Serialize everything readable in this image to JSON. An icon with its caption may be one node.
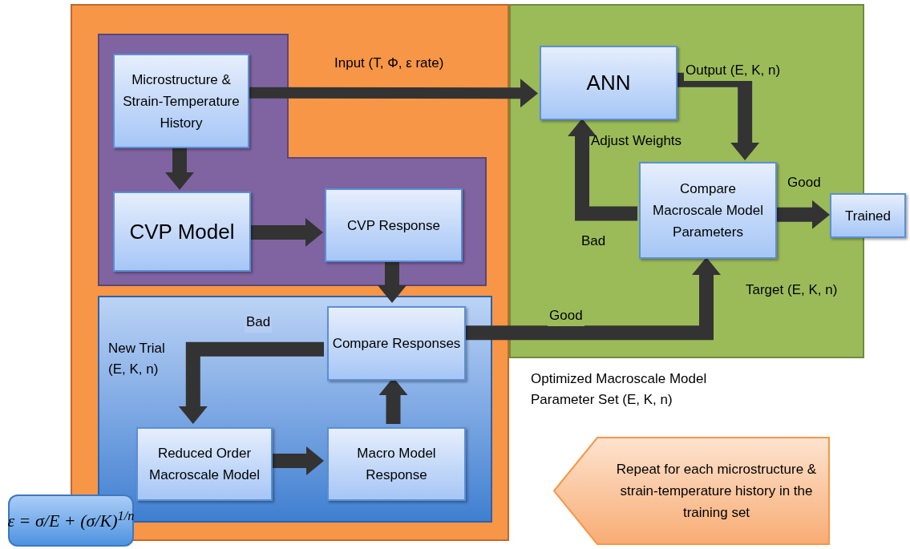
{
  "diagram": {
    "nodes": [
      {
        "text": [],
        "shape": "box"
      },
      {
        "text": [],
        "shape": "box"
      },
      {
        "text": [],
        "shape": "box",
        "in": 0
      },
      {
        "text": [
          "Microstructure & Strain-Temperature History"
        ],
        "in": 2
      },
      {
        "text": [
          "CVP Model"
        ],
        "in": 2
      },
      {
        "text": [
          "CVP Response"
        ],
        "in": 2
      },
      {
        "text": [],
        "shape": "box",
        "in": 0
      },
      {
        "text": [
          "Compare Responses"
        ],
        "in": 6
      },
      {
        "text": [
          "Reduced Order Macroscale Model"
        ],
        "in": 6
      },
      {
        "text": [
          "Macro Model Response"
        ],
        "in": 6
      },
      {
        "text": [
          "ANN"
        ],
        "in": 1
      },
      {
        "text": [
          "Compare Macroscale Model Parameters"
        ],
        "in": 1
      },
      {
        "text": [
          "Trained"
        ]
      },
      {
        "text": [
          "Repeat for each microstructure & strain-temperature history in the training set"
        ]
      },
      {
        "text": [
          "ε = σ/E + (σ/K)$^{1/n}$"
        ]
      }
    ],
    "edges": [
      {
        "from": 3,
        "to": 10,
        "arrow": "to",
        "label": "Input (T, Φ, ε rate)"
      },
      {
        "from": 3,
        "to": 4,
        "arrow": "to"
      },
      {
        "from": 4,
        "to": 5,
        "arrow": "to"
      },
      {
        "from": 5,
        "to": 7,
        "arrow": "to"
      },
      {
        "from": 7,
        "to": 8,
        "arrow": "to",
        "label": "Bad"
      },
      {
        "from": 8,
        "to": 9,
        "arrow": "to"
      },
      {
        "from": 9,
        "to": 7,
        "arrow": "to"
      },
      {
        "from": 7,
        "to": 11,
        "arrow": "to",
        "label": "Good"
      },
      {
        "from": 10,
        "to": 11,
        "arrow": "to",
        "label": "Output (E, K, n)"
      },
      {
        "from": 11,
        "to": 10,
        "arrow": "to",
        "label": "Bad"
      },
      {
        "from": 11,
        "to": 12,
        "arrow": "to",
        "label": "Good"
      }
    ],
    "labels": [
      "New Trial (E, K, n)",
      "Target (E, K, n)",
      "Adjust Weights",
      "Optimized Macroscale Model Parameter Set (E, K, n)"
    ]
  }
}
